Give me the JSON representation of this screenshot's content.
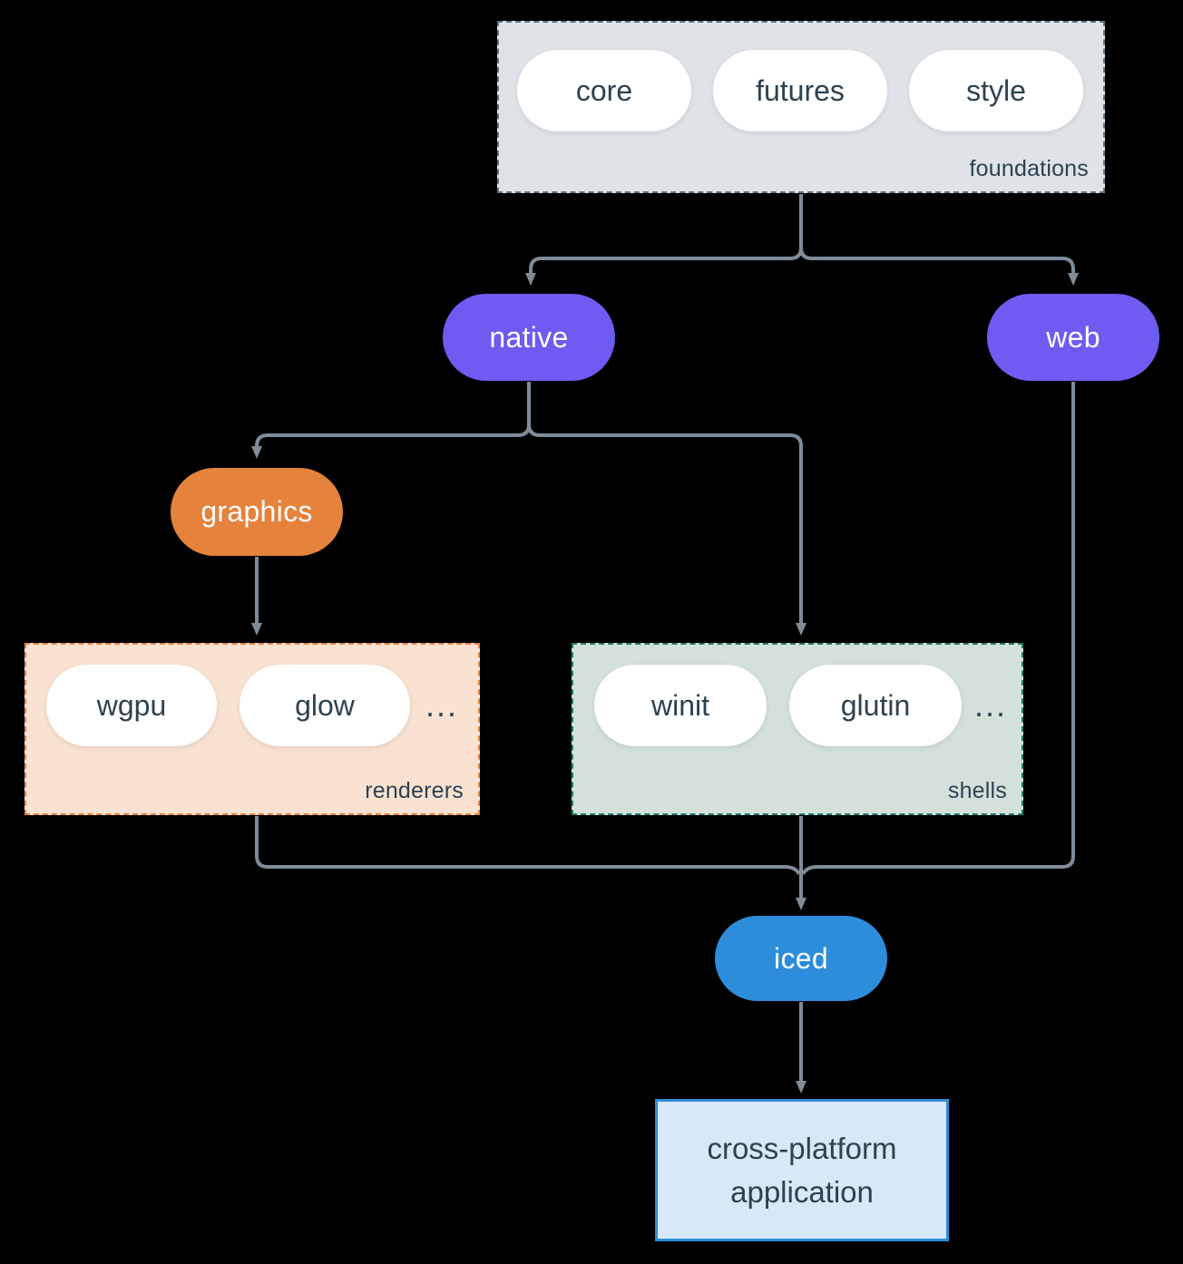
{
  "diagram": {
    "colors": {
      "background": "#000000",
      "arrow": "#7e8c99",
      "foundations_fill": "#dfe3e7",
      "foundations_border": "#5f7180",
      "renderers_fill": "#f9e2d1",
      "renderers_border": "#e5823c",
      "shells_fill": "#d4e1db",
      "shells_border": "#1e7a69",
      "pill_fill": "#ffffff",
      "dark_text": "#2d4150",
      "purple_node": "#6e5bf2",
      "orange_node": "#e5823c",
      "blue_node": "#2d8ddb",
      "application_fill": "#d9e8f8",
      "application_border": "#2d8ddb"
    },
    "foundations": {
      "label": "foundations",
      "pills": [
        "core",
        "futures",
        "style"
      ]
    },
    "native": {
      "label": "native"
    },
    "web": {
      "label": "web"
    },
    "graphics": {
      "label": "graphics"
    },
    "renderers": {
      "label": "renderers",
      "pills": [
        "wgpu",
        "glow"
      ],
      "ellipsis": "..."
    },
    "shells": {
      "label": "shells",
      "pills": [
        "winit",
        "glutin"
      ],
      "ellipsis": "..."
    },
    "iced": {
      "label": "iced"
    },
    "application": {
      "line1": "cross-platform",
      "line2": "application"
    },
    "edges": [
      {
        "from": "foundations",
        "to": "native"
      },
      {
        "from": "foundations",
        "to": "web"
      },
      {
        "from": "native",
        "to": "graphics"
      },
      {
        "from": "native",
        "to": "shells"
      },
      {
        "from": "graphics",
        "to": "renderers"
      },
      {
        "from": "renderers",
        "to": "iced"
      },
      {
        "from": "shells",
        "to": "iced"
      },
      {
        "from": "web",
        "to": "iced"
      },
      {
        "from": "iced",
        "to": "application"
      }
    ]
  }
}
